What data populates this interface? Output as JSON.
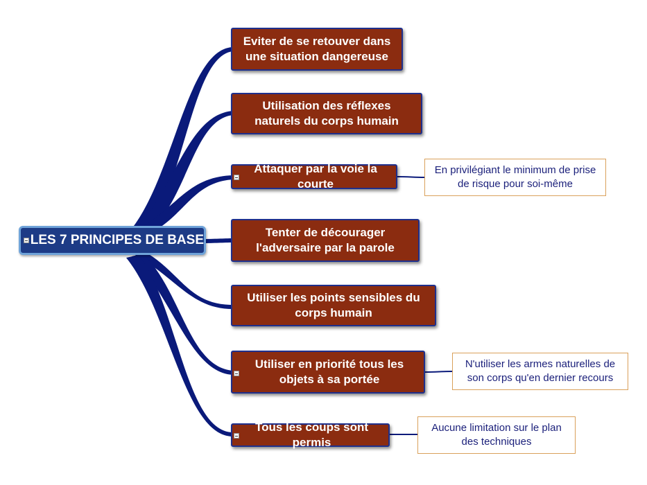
{
  "root": {
    "label": "LES 7 PRINCIPES DE BASE",
    "collapse_icon": "minus-box-icon"
  },
  "branches": [
    {
      "label": "Eviter de se retouver dans une situation dangereuse"
    },
    {
      "label": "Utilisation des réflexes naturels du corps humain"
    },
    {
      "label": "Attaquer par la voie la courte",
      "note": "En privilégiant le minimum de prise de risque pour soi-même",
      "collapse_icon": "minus-box-icon"
    },
    {
      "label": "Tenter de décourager l'adversaire par la parole"
    },
    {
      "label": "Utiliser les points sensibles du corps humain"
    },
    {
      "label": "Utiliser en priorité tous les objets à sa portée",
      "note": "N'utiliser les armes naturelles de son corps qu'en dernier recours",
      "collapse_icon": "minus-box-icon"
    },
    {
      "label": "Tous les coups sont permis",
      "note": "Aucune limitation sur le plan des techniques",
      "collapse_icon": "minus-box-icon"
    }
  ],
  "colors": {
    "root_fill": "#1d3b86",
    "root_border": "#6fa3d9",
    "branch_fill": "#8b2c10",
    "branch_border": "#1e2f8c",
    "connector": "#0a1a7a",
    "note_text": "#1a1f7a",
    "note_border": "#d9a05a"
  }
}
